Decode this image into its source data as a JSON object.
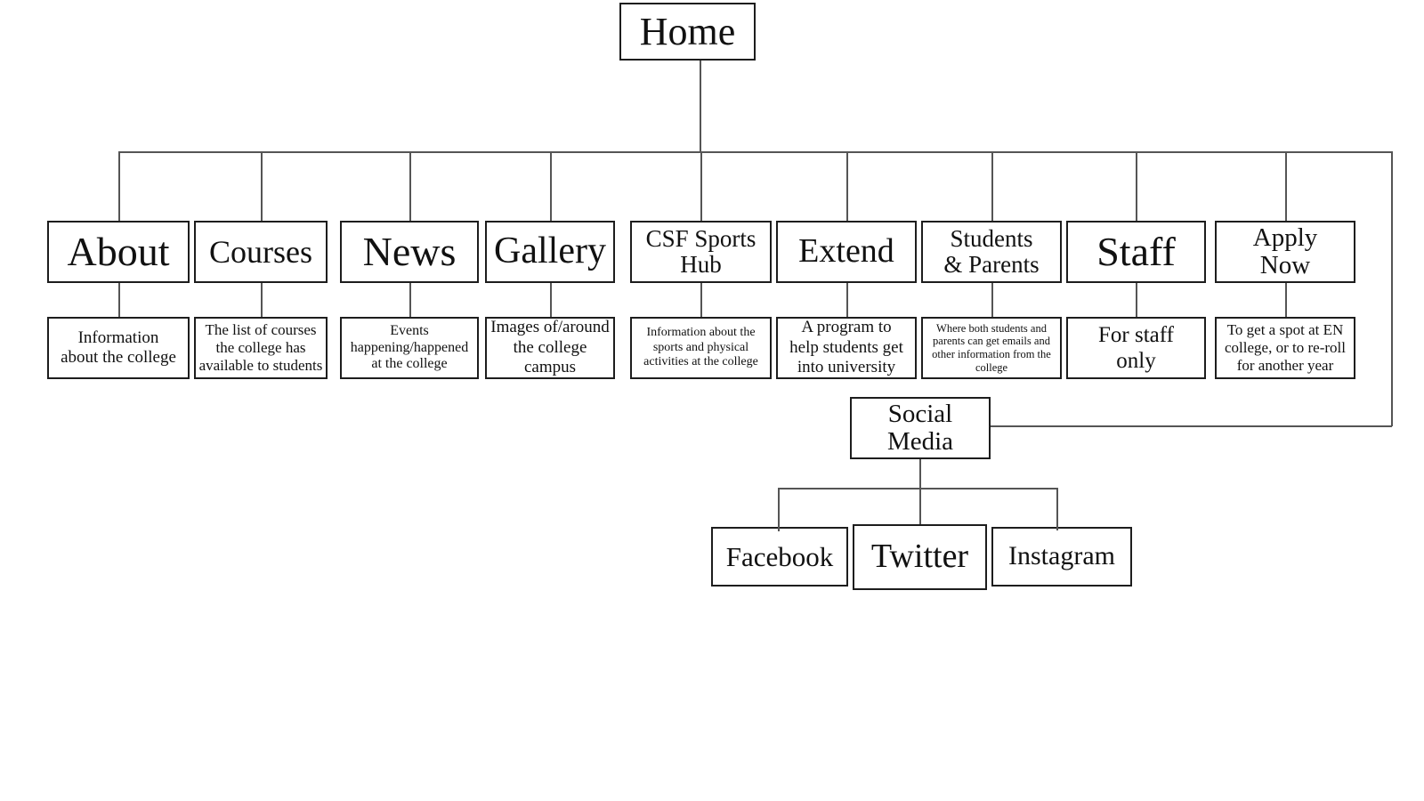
{
  "root": {
    "label": "Home"
  },
  "pages": [
    {
      "label": "About",
      "desc": "Information\nabout the college"
    },
    {
      "label": "Courses",
      "desc": "The list of courses\nthe college has\navailable to students"
    },
    {
      "label": "News",
      "desc": "Events\nhappening/happened\nat the college"
    },
    {
      "label": "Gallery",
      "desc": "Images of/around\nthe college\ncampus"
    },
    {
      "label": "CSF Sports\nHub",
      "desc": "Information about the\nsports and physical\nactivities at the college"
    },
    {
      "label": "Extend",
      "desc": "A program to\nhelp students get\ninto university"
    },
    {
      "label": "Students\n& Parents",
      "desc": "Where both students and\nparents can get emails and\nother information from the\ncollege"
    },
    {
      "label": "Staff",
      "desc": "For staff\nonly"
    },
    {
      "label": "Apply\nNow",
      "desc": "To get a spot at EN\ncollege, or to re-roll\nfor another year"
    }
  ],
  "social": {
    "label": "Social\nMedia",
    "children": [
      {
        "label": "Facebook"
      },
      {
        "label": "Twitter"
      },
      {
        "label": "Instagram"
      }
    ]
  },
  "colors": {
    "background": "#ffffff",
    "box_border": "#1d1d1d",
    "connector": "#555555",
    "text": "#111111"
  }
}
